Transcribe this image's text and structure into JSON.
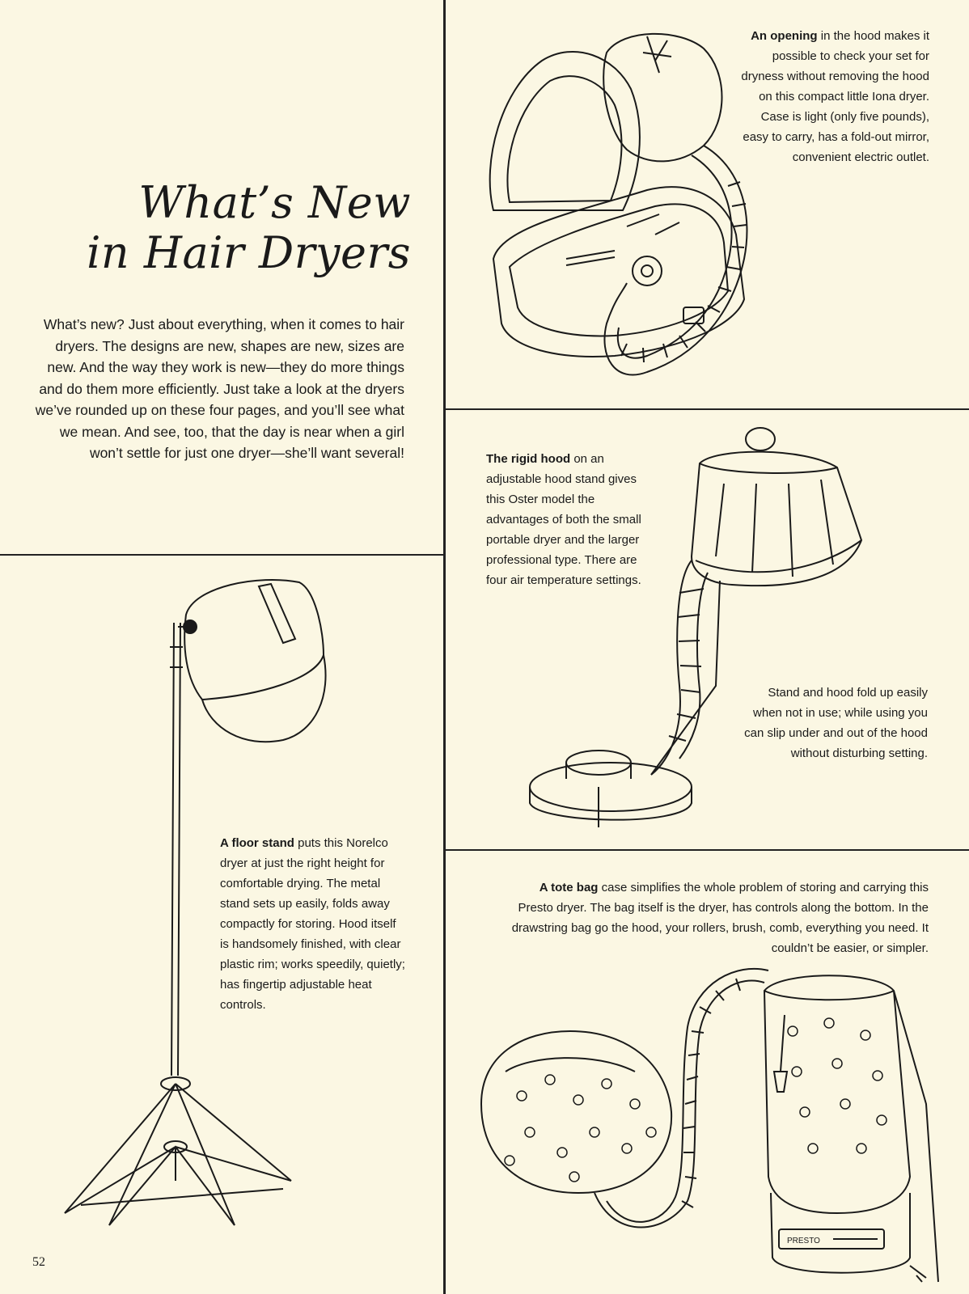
{
  "title": {
    "line1": "What’s New",
    "line2": "in Hair Dryers"
  },
  "intro": "What’s new? Just about everything, when it comes to hair dryers. The designs are new, shapes are new, sizes are new. And the way they work is new—they do more things and do them more efficiently. Just take a look at the dryers we’ve rounded up on these four pages, and you’ll see what we mean. And see, too, that the day is near when a girl won’t settle for just one dryer—she’ll want several!",
  "captions": {
    "opening": {
      "lead": "An opening",
      "text": " in the hood makes it possible to check your set for dryness without removing the hood on this compact little Iona dryer. Case is light (only five pounds), easy to carry, has a fold-out mirror, convenient electric outlet."
    },
    "rigid_hood": {
      "lead": "The rigid hood",
      "text": " on an adjustable hood stand gives this Oster model the advantages of both the small portable dryer and the larger professional type. There are four air temperature settings."
    },
    "stand_fold": {
      "text": "Stand and hood fold up easily when not in use; while using you can slip under and out of the hood without disturbing setting."
    },
    "floor_stand": {
      "lead": "A floor stand",
      "text": " puts this Norelco dryer at just the right height for comfortable drying. The metal stand sets up easily, folds away compactly for storing. Hood itself is handsomely finished, with clear plastic rim; works speedily, quietly; has fingertip adjustable heat controls."
    },
    "tote_bag": {
      "lead": "A tote bag",
      "text": " case simplifies the whole problem of storing and carrying this Presto dryer. The bag itself is the dryer, has controls along the bottom. In the drawstring bag go the hood, your rollers, brush, comb, everything you need. It couldn’t be easier, or simpler."
    }
  },
  "illustration_labels": {
    "presto_panel": "PRESTO"
  },
  "page_number": "52"
}
